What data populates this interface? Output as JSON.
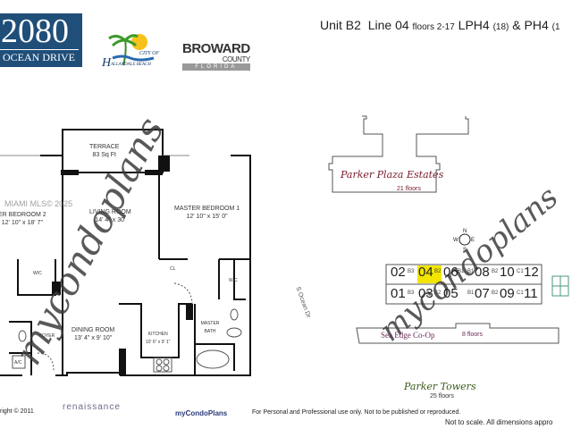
{
  "header": {
    "logo_2080": {
      "number": "2080",
      "subtitle": "OCEAN DRIVE"
    },
    "logo_hallandale": {
      "city_of": "CITY OF",
      "name": "ALLANDALE BEACH",
      "initial": "H"
    },
    "logo_broward": {
      "name": "BROWARD",
      "county": "COUNTY",
      "state": "FLORIDA"
    },
    "unit_title": {
      "unit_label": "Unit",
      "unit": "B2",
      "line_label": "Line",
      "line": "04",
      "floors": "floors 2-17",
      "lph": "LPH4",
      "lph_floor": "(18)",
      "amp": "&",
      "ph": "PH4",
      "ph_floor": "(1"
    }
  },
  "floor_plan": {
    "rooms": [
      {
        "name": "TERRACE",
        "dims": "83 Sq Ft"
      },
      {
        "name": "LIVING ROOM",
        "dims": "14' 4\" x 30'"
      },
      {
        "name": "MASTER BEDROOM 1",
        "dims": "12' 10\" x 15' 0\""
      },
      {
        "name": "ER BEDROOM 2",
        "dims": "12' 10\" x 18' 7\""
      },
      {
        "name": "DINING ROOM",
        "dims": "13' 4\" x 9' 10\""
      },
      {
        "name": "KITCHEN",
        "dims": "10' 6\" x 9' 1\""
      },
      {
        "name": "MASTER BATH",
        "dims": ""
      },
      {
        "name": "FOYER",
        "dims": ""
      }
    ],
    "small_labels": {
      "wic": "W/C",
      "cl": "CL",
      "ac": "A/C"
    },
    "mls_watermark": "MIAMI MLS© 2025",
    "watermark": "mycondoplans"
  },
  "site_plan": {
    "parker_plaza": {
      "name": "Parker Plaza Estates",
      "floors": "21 floors"
    },
    "street": "S Ocean Dr",
    "compass": {
      "n": "N",
      "s": "S",
      "e": "E",
      "w": "W"
    },
    "units_top": [
      {
        "num": "02",
        "type": "B3"
      },
      {
        "num": "04",
        "type": "B2",
        "highlight": true
      },
      {
        "num": "06",
        "type": "B1"
      },
      {
        "num": "08",
        "type": "B1"
      },
      {
        "num": "10",
        "type": "B2"
      },
      {
        "num": "12",
        "type": "C1"
      }
    ],
    "units_bottom": [
      {
        "num": "01",
        "type": "B3"
      },
      {
        "num": "03",
        "type": "B2"
      },
      {
        "num": "05",
        "type": ""
      },
      {
        "num": "07",
        "type": "B1"
      },
      {
        "num": "09",
        "type": "B2"
      },
      {
        "num": "11",
        "type": "C1"
      }
    ],
    "sea_edge": {
      "name": "Sea Edge Co-Op",
      "floors": "8 floors"
    },
    "parker_towers": {
      "name": "Parker Towers",
      "floors": "25 floors"
    },
    "highlight_color": "#f2e600"
  },
  "footer": {
    "copyright": "right © 2011",
    "renaissance": "renaissance",
    "mycondoplans": "myCondoPlans",
    "note": "For Personal and Professional use only.  Not to be published or reproduced.",
    "scale": "Not to scale.  All dimensions appro"
  }
}
